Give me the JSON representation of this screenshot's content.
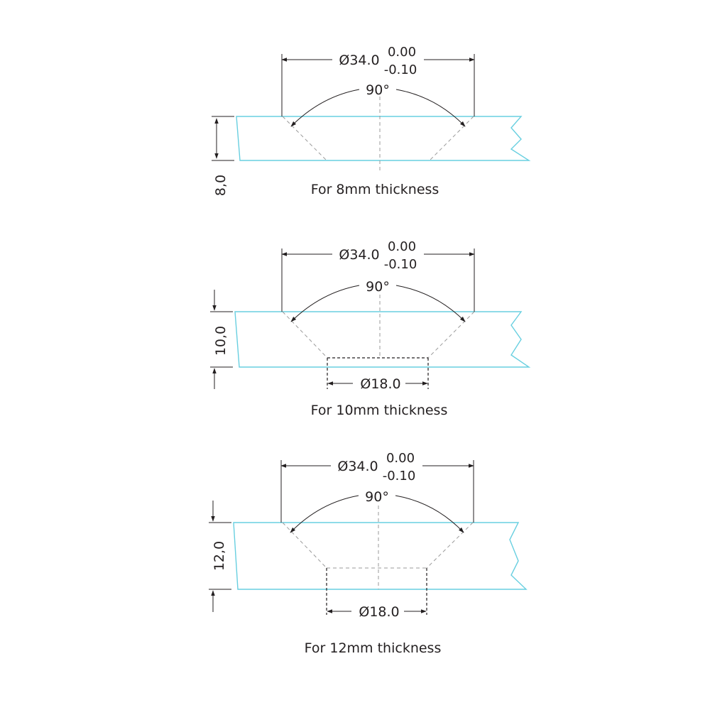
{
  "colors": {
    "glass_edge": "#68cfe0",
    "line": "#231f20",
    "hidden": "#9a9a9a"
  },
  "sections": [
    {
      "diameter": "Ø34.0",
      "tol_upper": "0.00",
      "tol_lower": "-0.10",
      "angle": "90°",
      "thickness_dim": "8,0",
      "caption": "For 8mm thickness"
    },
    {
      "diameter": "Ø34.0",
      "tol_upper": "0.00",
      "tol_lower": "-0.10",
      "angle": "90°",
      "thickness_dim": "10,0",
      "bottom_diameter": "Ø18.0",
      "caption": "For 10mm thickness"
    },
    {
      "diameter": "Ø34.0",
      "tol_upper": "0.00",
      "tol_lower": "-0.10",
      "angle": "90°",
      "thickness_dim": "12,0",
      "bottom_diameter": "Ø18.0",
      "caption": "For 12mm thickness"
    }
  ]
}
